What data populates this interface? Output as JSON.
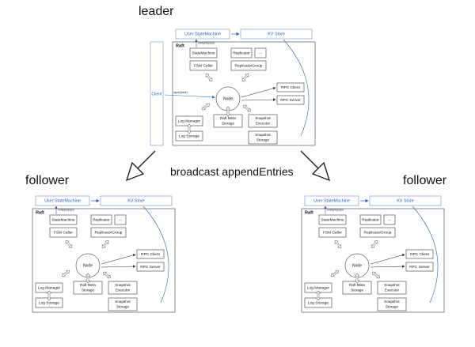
{
  "labels": {
    "leader": "leader",
    "follower_left": "follower",
    "follower_right": "follower",
    "broadcast": "broadcast appendEntries"
  },
  "diagram": {
    "user_state_machine": "User StateMachine",
    "kv_store": "KV Store",
    "raft": "Raft",
    "on_apply": "onApply(ops)",
    "client": "Client",
    "apply_task": "apply(task)",
    "state_machine": "StateMachine",
    "replicator": "Replicator",
    "ellipsis": "...",
    "fsm_caller": "FSM Caller",
    "replicator_group": "ReplicatorGroup",
    "node": "Node",
    "rpc_client": "RPC Client",
    "rpc_server": "RPC Server",
    "log_manager": "Log Manager",
    "raft_meta_storage_1": "Raft Meta",
    "raft_meta_storage_2": "Storage",
    "snapshot_executor_1": "Snapshot",
    "snapshot_executor_2": "Executor",
    "log_storage": "Log Storage",
    "snapshot_storage_1": "Snapshot",
    "snapshot_storage_2": "Storage"
  },
  "colors": {
    "accent": "#2a62b8",
    "box_border": "#555555",
    "panel_border": "#8aa0c8",
    "arrow": "#333333"
  }
}
